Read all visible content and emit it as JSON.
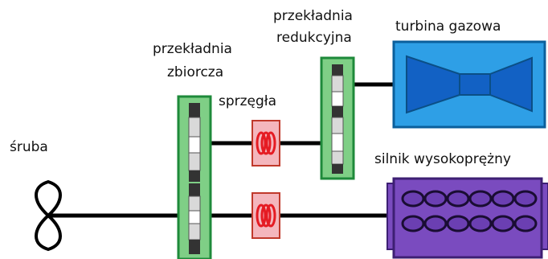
{
  "labels": {
    "propeller": "śruba",
    "combining_gearbox_line1": "przekładnia",
    "combining_gearbox_line2": "zbiorcza",
    "reduction_gearbox_line1": "przekładnia",
    "reduction_gearbox_line2": "redukcyjna",
    "clutches": "sprzęgła",
    "gas_turbine": "turbina gazowa",
    "diesel_engine": "silnik wysokoprężny"
  },
  "colors": {
    "shaft": "#000000",
    "gearbox_fill": "#7fcf86",
    "gearbox_stroke": "#1e8a3a",
    "gear_light": "#d9d9d9",
    "gear_dark": "#333333",
    "clutch_fill": "#f4b6bd",
    "clutch_stroke": "#c0392b",
    "clutch_red": "#e51b23",
    "turbine_fill": "#2e9fe6",
    "turbine_stroke": "#0b5f9c",
    "turbine_core": "#1261c4",
    "diesel_fill": "#7a4bbf",
    "diesel_stroke": "#3d1f73",
    "cylinder_fill": "#6b3fb2"
  }
}
